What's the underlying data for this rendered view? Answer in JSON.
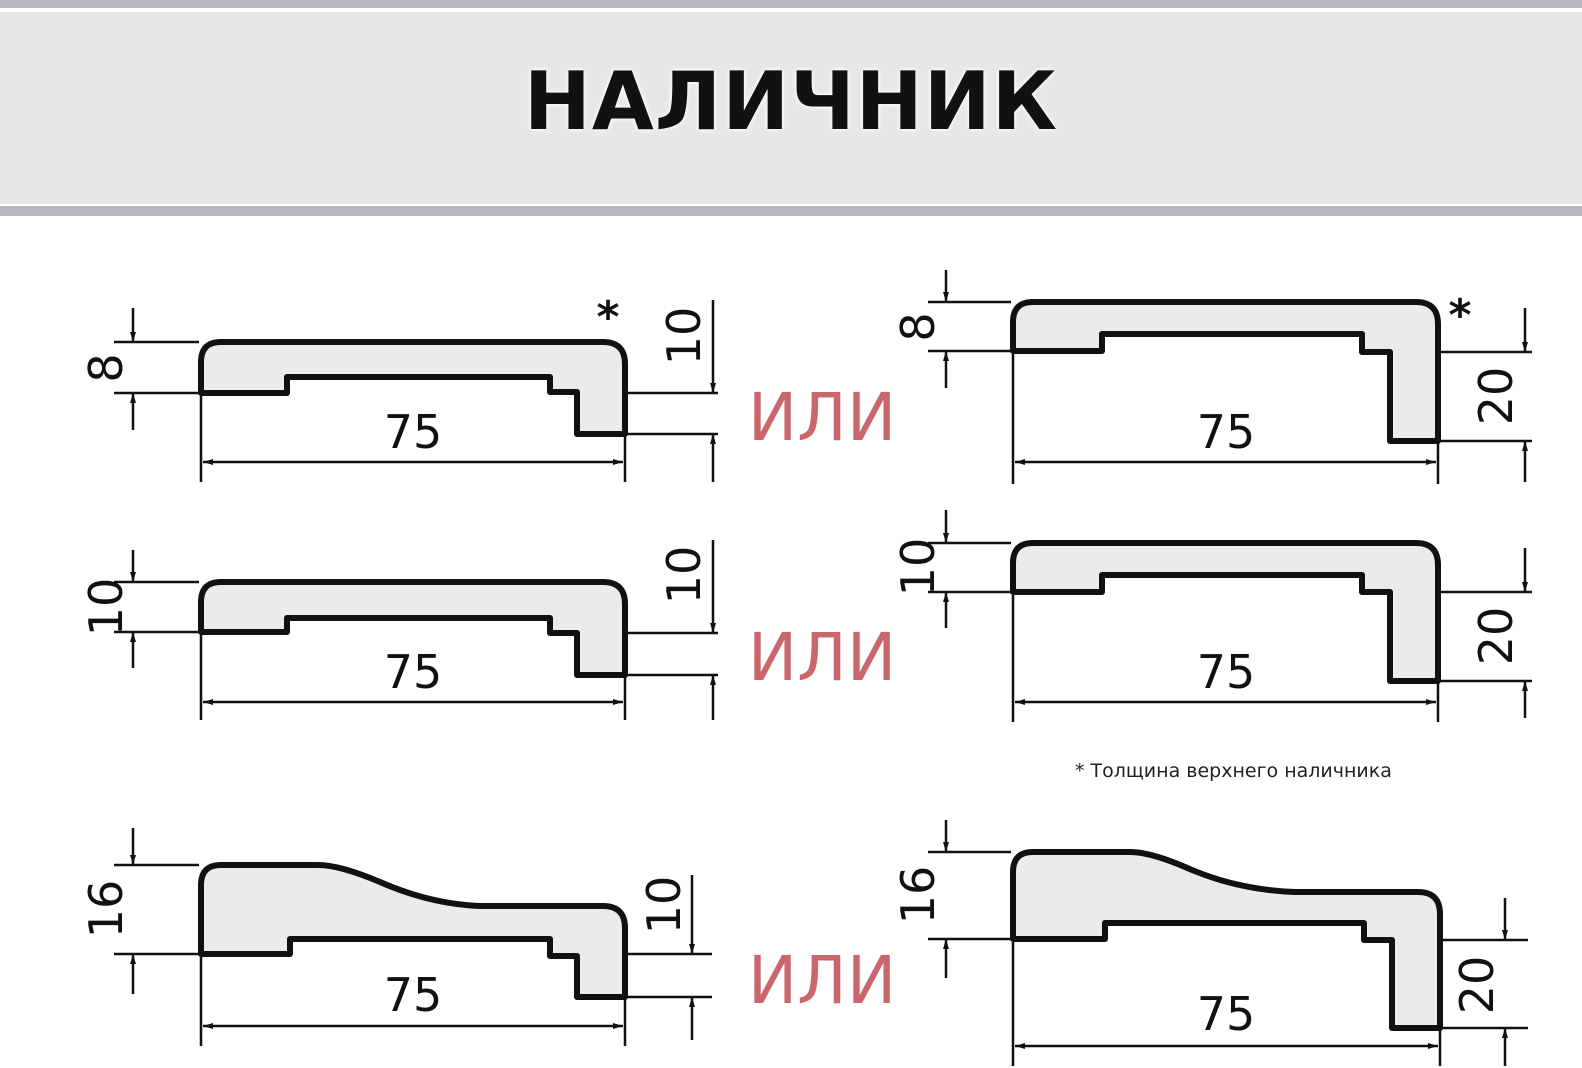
{
  "header": {
    "title": "НАЛИЧНИК"
  },
  "separator_label": "ИЛИ",
  "asterisk": "*",
  "footnote": "* Толщина верхнего наличника",
  "left_column": [
    {
      "width": "75",
      "thickness": "8",
      "step": "10",
      "marked": true
    },
    {
      "width": "75",
      "thickness": "10",
      "step": "10",
      "marked": false
    },
    {
      "width": "75",
      "thickness": "16",
      "step": "10",
      "marked": false
    }
  ],
  "right_column": [
    {
      "width": "75",
      "thickness": "8",
      "step": "20",
      "marked": true
    },
    {
      "width": "75",
      "thickness": "10",
      "step": "20",
      "marked": false
    },
    {
      "width": "75",
      "thickness": "16",
      "step": "20",
      "marked": false
    }
  ]
}
